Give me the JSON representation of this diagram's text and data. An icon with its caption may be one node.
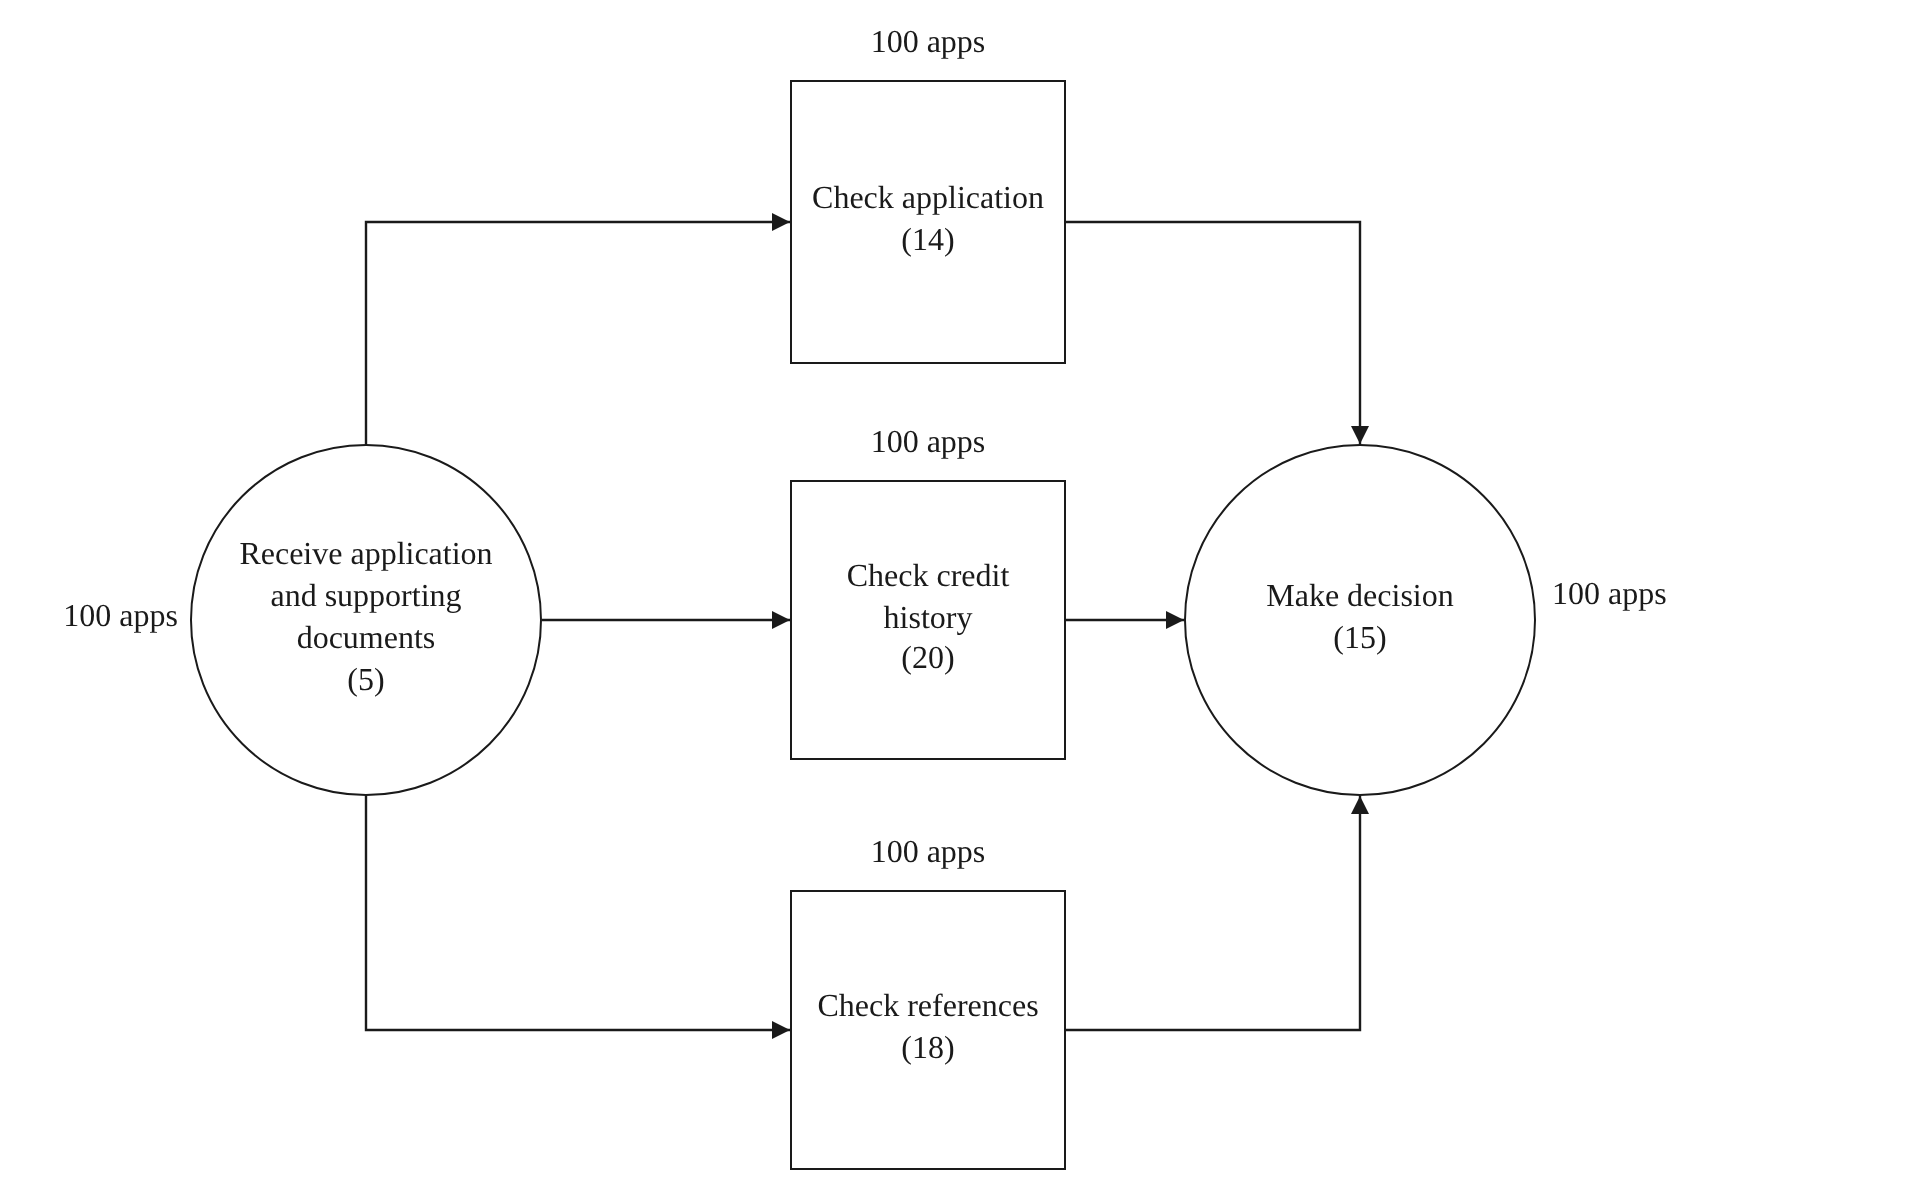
{
  "diagram": {
    "nodes": [
      {
        "text": [
          "Receive application and supporting documents",
          "(5)"
        ],
        "beside": [
          "100 apps"
        ]
      },
      {
        "text": [
          "Check application",
          "(14)"
        ],
        "beside": [
          "100 apps"
        ]
      },
      {
        "text": [
          "Check credit history",
          "(20)"
        ],
        "beside": [
          "100 apps"
        ]
      },
      {
        "text": [
          "Check references",
          "(18)"
        ],
        "beside": [
          "100 apps"
        ]
      },
      {
        "text": [
          "Make decision",
          "(15)"
        ],
        "beside": [
          "100 apps"
        ]
      }
    ],
    "edges": [
      {
        "from": 0,
        "to": 1,
        "arrow": "to"
      },
      {
        "from": 0,
        "to": 2,
        "arrow": "to"
      },
      {
        "from": 0,
        "to": 3,
        "arrow": "to"
      },
      {
        "from": 1,
        "to": 4,
        "arrow": "to"
      },
      {
        "from": 2,
        "to": 4,
        "arrow": "to"
      },
      {
        "from": 3,
        "to": 4,
        "arrow": "to"
      }
    ]
  }
}
